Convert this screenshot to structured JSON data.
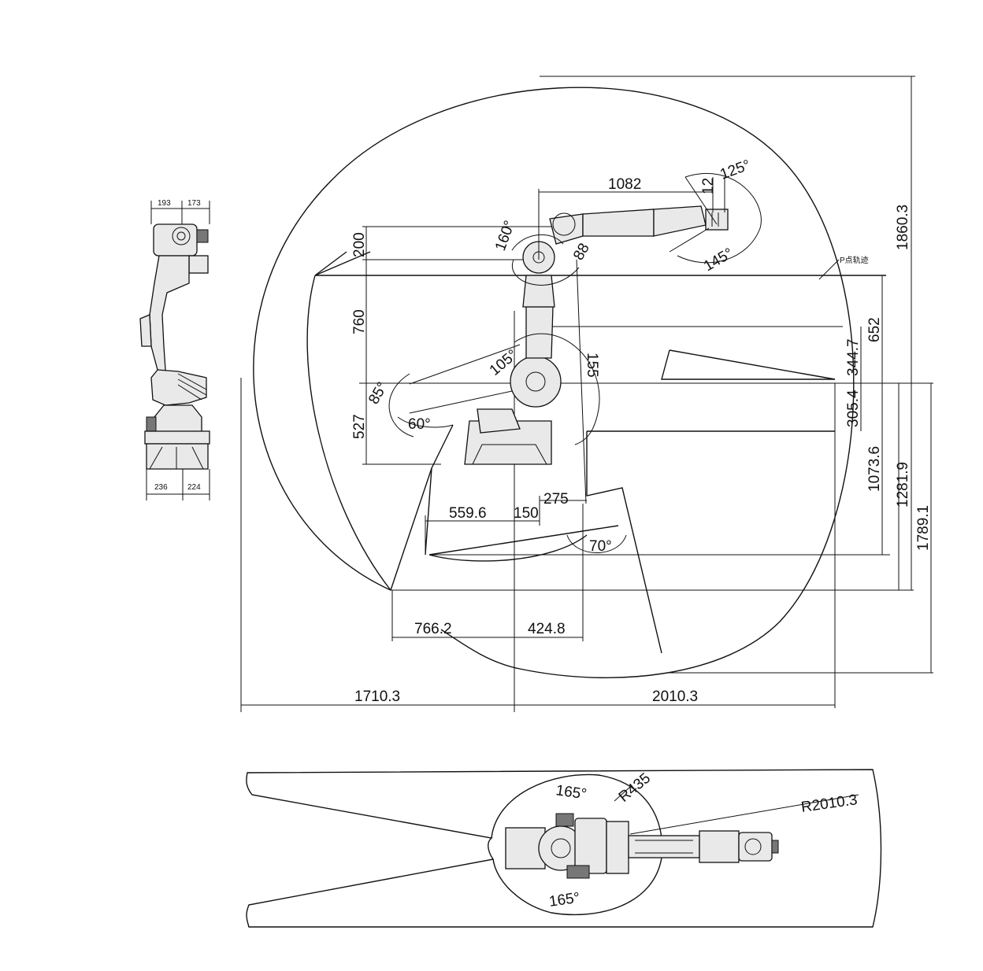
{
  "side_view": {
    "top_dims": [
      "193",
      "173"
    ],
    "bottom_dims": [
      "236",
      "224"
    ]
  },
  "front_view": {
    "dims": {
      "top_1082": "1082",
      "joint_125": "125°",
      "small_12": "12",
      "joint_145": "145°",
      "joint_88": "88",
      "joint_160": "160°",
      "h_200": "200",
      "h_760": "760",
      "h_527": "527",
      "a_105": "105°",
      "a_155": "155",
      "a_85": "85°",
      "a_60": "60°",
      "h_652": "652",
      "h_3447": "344.7",
      "h_3054": "305.4",
      "h_18603": "1860.3",
      "h_10736": "1073.6",
      "h_12819": "1281.9",
      "h_17891": "1789.1",
      "w_5596": "559.6",
      "w_150": "150",
      "w_275": "275",
      "a_70": "70°",
      "w_7662": "766.2",
      "w_4248": "424.8",
      "w_17103": "1710.3",
      "w_20103": "2010.3",
      "point_label": "P点轨迹"
    }
  },
  "top_view": {
    "angle_top": "165°",
    "angle_bottom": "165°",
    "radius_small": "R435",
    "radius_large": "R2010.3"
  }
}
